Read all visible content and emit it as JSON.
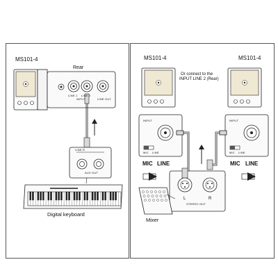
{
  "left_panel": {
    "speaker_label": "MS101-4",
    "rear_label": "Rear",
    "jack_line1": "LINE 1",
    "jack_line2": "LINE 2",
    "input_label": "INPUT",
    "line_out": "LINE OUT",
    "switch_label": "LINE  R",
    "aux_out": "AUX OUT",
    "keyboard_label": "Digital keyboard"
  },
  "right_panel": {
    "speaker_left_label": "MS101-4",
    "speaker_right_label": "MS101-4",
    "note_line1": "Or connect to the",
    "note_line2": "INPUT LINE 2 (Rear)",
    "input_left": "INPUT",
    "input_right": "INPUT",
    "mic_small_left": "MIC",
    "line_small_left": "LINE",
    "mic_small_right": "MIC",
    "line_small_right": "LINE",
    "mic_big_left": "MIC",
    "line_big_left": "LINE",
    "mic_big_right": "MIC",
    "line_big_right": "LINE",
    "out_l": "L",
    "out_r": "R",
    "stereo_out": "STEREO OUT",
    "mixer_label": "Mixer"
  },
  "colors": {
    "speaker_face": "#efe8d2",
    "line": "#222222",
    "cable_fill": "#d8d8d8"
  }
}
